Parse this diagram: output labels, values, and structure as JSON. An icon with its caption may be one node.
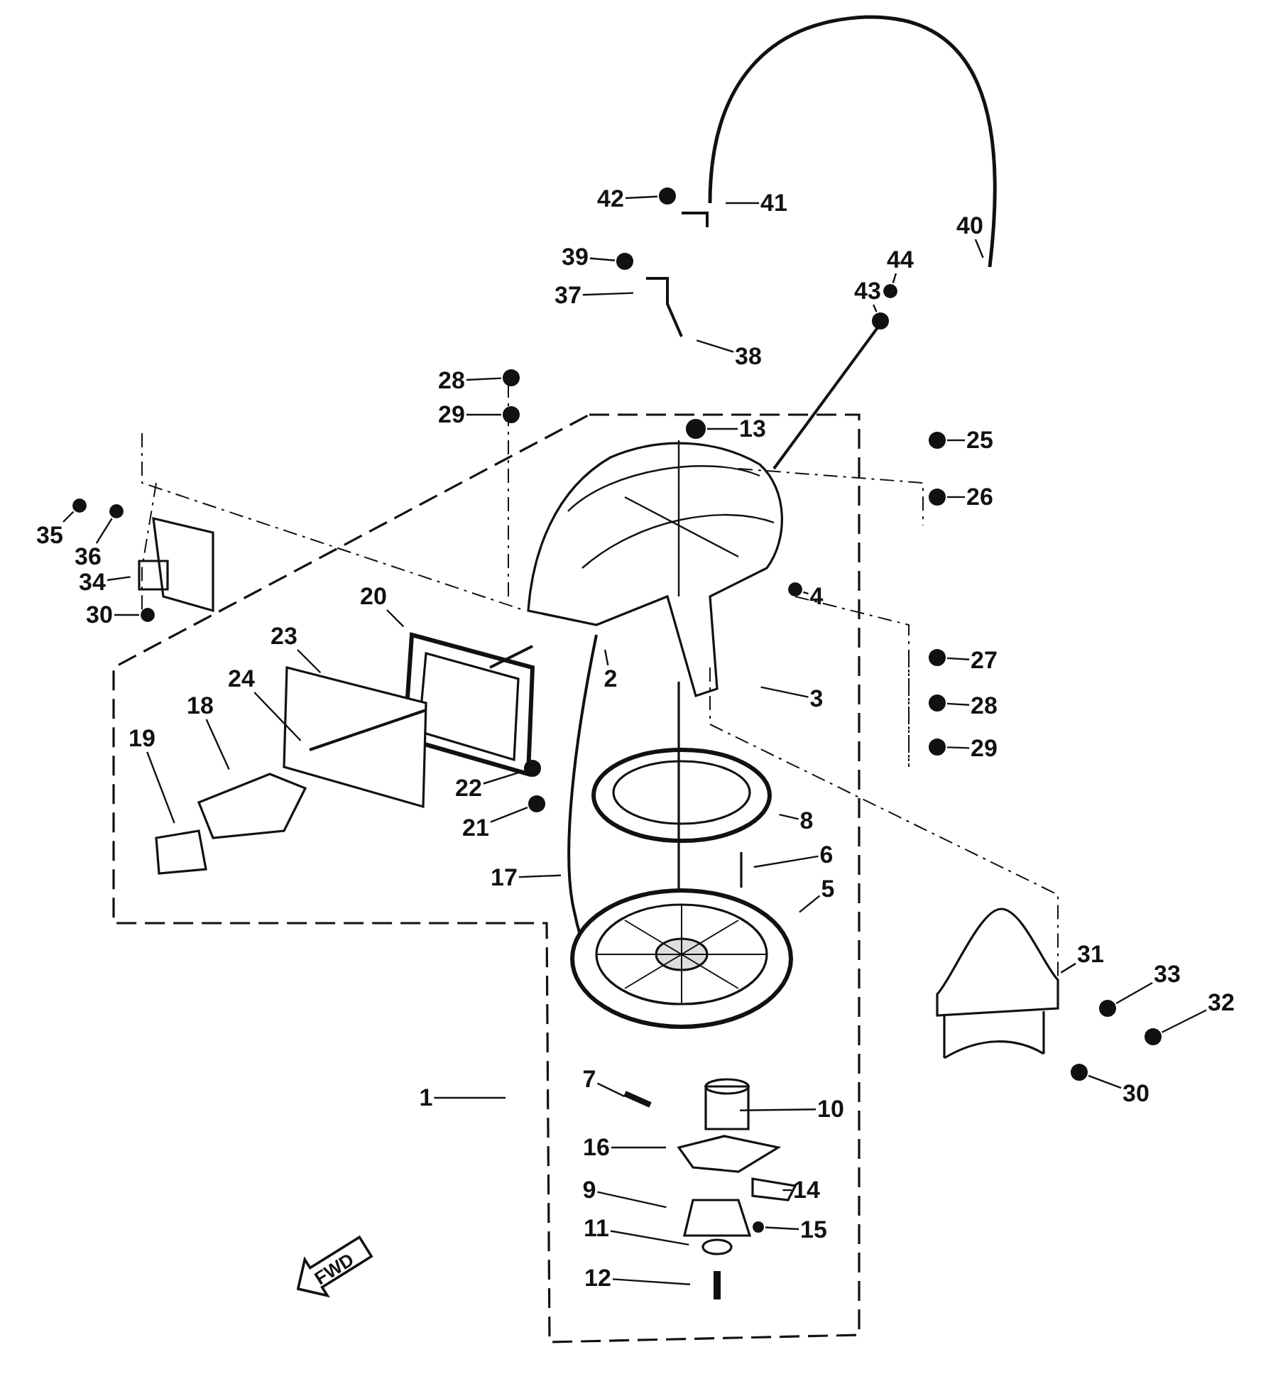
{
  "diagram": {
    "nodes": [
      {
        "text": [
          "42"
        ]
      },
      {
        "text": [
          "41"
        ]
      },
      {
        "text": [
          "39"
        ]
      },
      {
        "text": [
          "37"
        ]
      },
      {
        "text": [
          "40"
        ]
      },
      {
        "text": [
          "44"
        ]
      },
      {
        "text": [
          "38"
        ]
      },
      {
        "text": [
          "43"
        ]
      },
      {
        "text": [
          "28"
        ]
      },
      {
        "text": [
          "29"
        ]
      },
      {
        "text": [
          "13"
        ]
      },
      {
        "text": [
          "25"
        ]
      },
      {
        "text": [
          "26"
        ]
      },
      {
        "text": [
          "35"
        ]
      },
      {
        "text": [
          "36"
        ]
      },
      {
        "text": [
          "34"
        ]
      },
      {
        "text": [
          "30"
        ]
      },
      {
        "text": [
          "20"
        ]
      },
      {
        "text": [
          "4"
        ]
      },
      {
        "text": [
          "2"
        ]
      },
      {
        "text": [
          "27"
        ]
      },
      {
        "text": [
          "23"
        ]
      },
      {
        "text": [
          "3"
        ]
      },
      {
        "text": [
          "24"
        ]
      },
      {
        "text": [
          "28"
        ]
      },
      {
        "text": [
          "18"
        ]
      },
      {
        "text": [
          "29"
        ]
      },
      {
        "text": [
          "19"
        ]
      },
      {
        "text": [
          "22"
        ]
      },
      {
        "text": [
          "21"
        ]
      },
      {
        "text": [
          "8"
        ]
      },
      {
        "text": [
          "6"
        ]
      },
      {
        "text": [
          "17"
        ]
      },
      {
        "text": [
          "5"
        ]
      },
      {
        "text": [
          "31"
        ]
      },
      {
        "text": [
          "33"
        ]
      },
      {
        "text": [
          "32"
        ]
      },
      {
        "text": [
          "1"
        ]
      },
      {
        "text": [
          "7"
        ]
      },
      {
        "text": [
          "10"
        ]
      },
      {
        "text": [
          "30"
        ]
      },
      {
        "text": [
          "16"
        ]
      },
      {
        "text": [
          "14"
        ]
      },
      {
        "text": [
          "9"
        ]
      },
      {
        "text": [
          "15"
        ]
      },
      {
        "text": [
          "11"
        ]
      },
      {
        "text": [
          "12"
        ]
      },
      {
        "text": [
          "FWD"
        ]
      },
      {
        "text": [],
        "shape": "circle"
      },
      {
        "text": [],
        "shape": "circle"
      },
      {
        "text": [],
        "shape": "circle"
      },
      {
        "text": [],
        "shape": "circle"
      },
      {
        "text": [],
        "shape": "circle"
      },
      {
        "text": [],
        "shape": "circle"
      },
      {
        "text": [],
        "shape": "circle"
      },
      {
        "text": [],
        "shape": "circle"
      },
      {
        "text": [],
        "shape": "circle"
      },
      {
        "text": [],
        "shape": "circle"
      },
      {
        "text": [],
        "shape": "circle"
      },
      {
        "text": [],
        "shape": "circle"
      },
      {
        "text": [],
        "shape": "circle"
      },
      {
        "text": [],
        "shape": "circle"
      },
      {
        "text": [],
        "shape": "circle"
      },
      {
        "text": [],
        "shape": "circle"
      },
      {
        "text": [],
        "shape": "circle"
      },
      {
        "text": [],
        "shape": "circle"
      },
      {
        "text": [],
        "shape": "circle"
      },
      {
        "text": [],
        "shape": "circle"
      },
      {
        "text": [],
        "shape": "circle"
      },
      {
        "text": [],
        "shape": "circle"
      }
    ],
    "edges": [
      {
        "from": 0,
        "to": 48,
        "arrow": "none"
      },
      {
        "from": 1,
        "to": null,
        "arrow": "none"
      },
      {
        "from": 2,
        "to": 49,
        "arrow": "none"
      },
      {
        "from": 3,
        "to": null,
        "arrow": "none"
      },
      {
        "from": 4,
        "to": null,
        "arrow": "none"
      },
      {
        "from": 5,
        "to": 50,
        "arrow": "none"
      },
      {
        "from": 6,
        "to": null,
        "arrow": "none"
      },
      {
        "from": 7,
        "to": 51,
        "arrow": "none"
      },
      {
        "from": 8,
        "to": 52,
        "arrow": "none"
      },
      {
        "from": 9,
        "to": 53,
        "arrow": "none"
      },
      {
        "from": 10,
        "to": 54,
        "arrow": "none"
      },
      {
        "from": 11,
        "to": 55,
        "arrow": "none"
      },
      {
        "from": 12,
        "to": 56,
        "arrow": "none"
      },
      {
        "from": 13,
        "to": 57,
        "arrow": "none"
      },
      {
        "from": 14,
        "to": 58,
        "arrow": "none"
      },
      {
        "from": 15,
        "to": null,
        "arrow": "none"
      },
      {
        "from": 16,
        "to": 59,
        "arrow": "none"
      },
      {
        "from": 17,
        "to": null,
        "arrow": "none"
      },
      {
        "from": 18,
        "to": 60,
        "arrow": "none"
      },
      {
        "from": 19,
        "to": null,
        "arrow": "none"
      },
      {
        "from": 20,
        "to": 61,
        "arrow": "none"
      },
      {
        "from": 21,
        "to": null,
        "arrow": "none"
      },
      {
        "from": 22,
        "to": null,
        "arrow": "none"
      },
      {
        "from": 23,
        "to": null,
        "arrow": "none"
      },
      {
        "from": 24,
        "to": 62,
        "arrow": "none"
      },
      {
        "from": 25,
        "to": null,
        "arrow": "none"
      },
      {
        "from": 26,
        "to": 63,
        "arrow": "none"
      },
      {
        "from": 27,
        "to": null,
        "arrow": "none"
      },
      {
        "from": 28,
        "to": 64,
        "arrow": "none"
      },
      {
        "from": 29,
        "to": 65,
        "arrow": "none"
      },
      {
        "from": 30,
        "to": null,
        "arrow": "none"
      },
      {
        "from": 31,
        "to": null,
        "arrow": "none"
      },
      {
        "from": 32,
        "to": null,
        "arrow": "none"
      },
      {
        "from": 33,
        "to": null,
        "arrow": "none"
      },
      {
        "from": 34,
        "to": null,
        "arrow": "none"
      },
      {
        "from": 35,
        "to": 66,
        "arrow": "none"
      },
      {
        "from": 36,
        "to": 67,
        "arrow": "none"
      },
      {
        "from": 37,
        "to": null,
        "arrow": "none"
      },
      {
        "from": 38,
        "to": null,
        "arrow": "none"
      },
      {
        "from": 39,
        "to": null,
        "arrow": "none"
      },
      {
        "from": 40,
        "to": 68,
        "arrow": "none"
      },
      {
        "from": 41,
        "to": null,
        "arrow": "none"
      },
      {
        "from": 42,
        "to": null,
        "arrow": "none"
      },
      {
        "from": 43,
        "to": null,
        "arrow": "none"
      },
      {
        "from": 44,
        "to": 69,
        "arrow": "none"
      },
      {
        "from": 45,
        "to": null,
        "arrow": "none"
      },
      {
        "from": 46,
        "to": null,
        "arrow": "none"
      }
    ]
  }
}
